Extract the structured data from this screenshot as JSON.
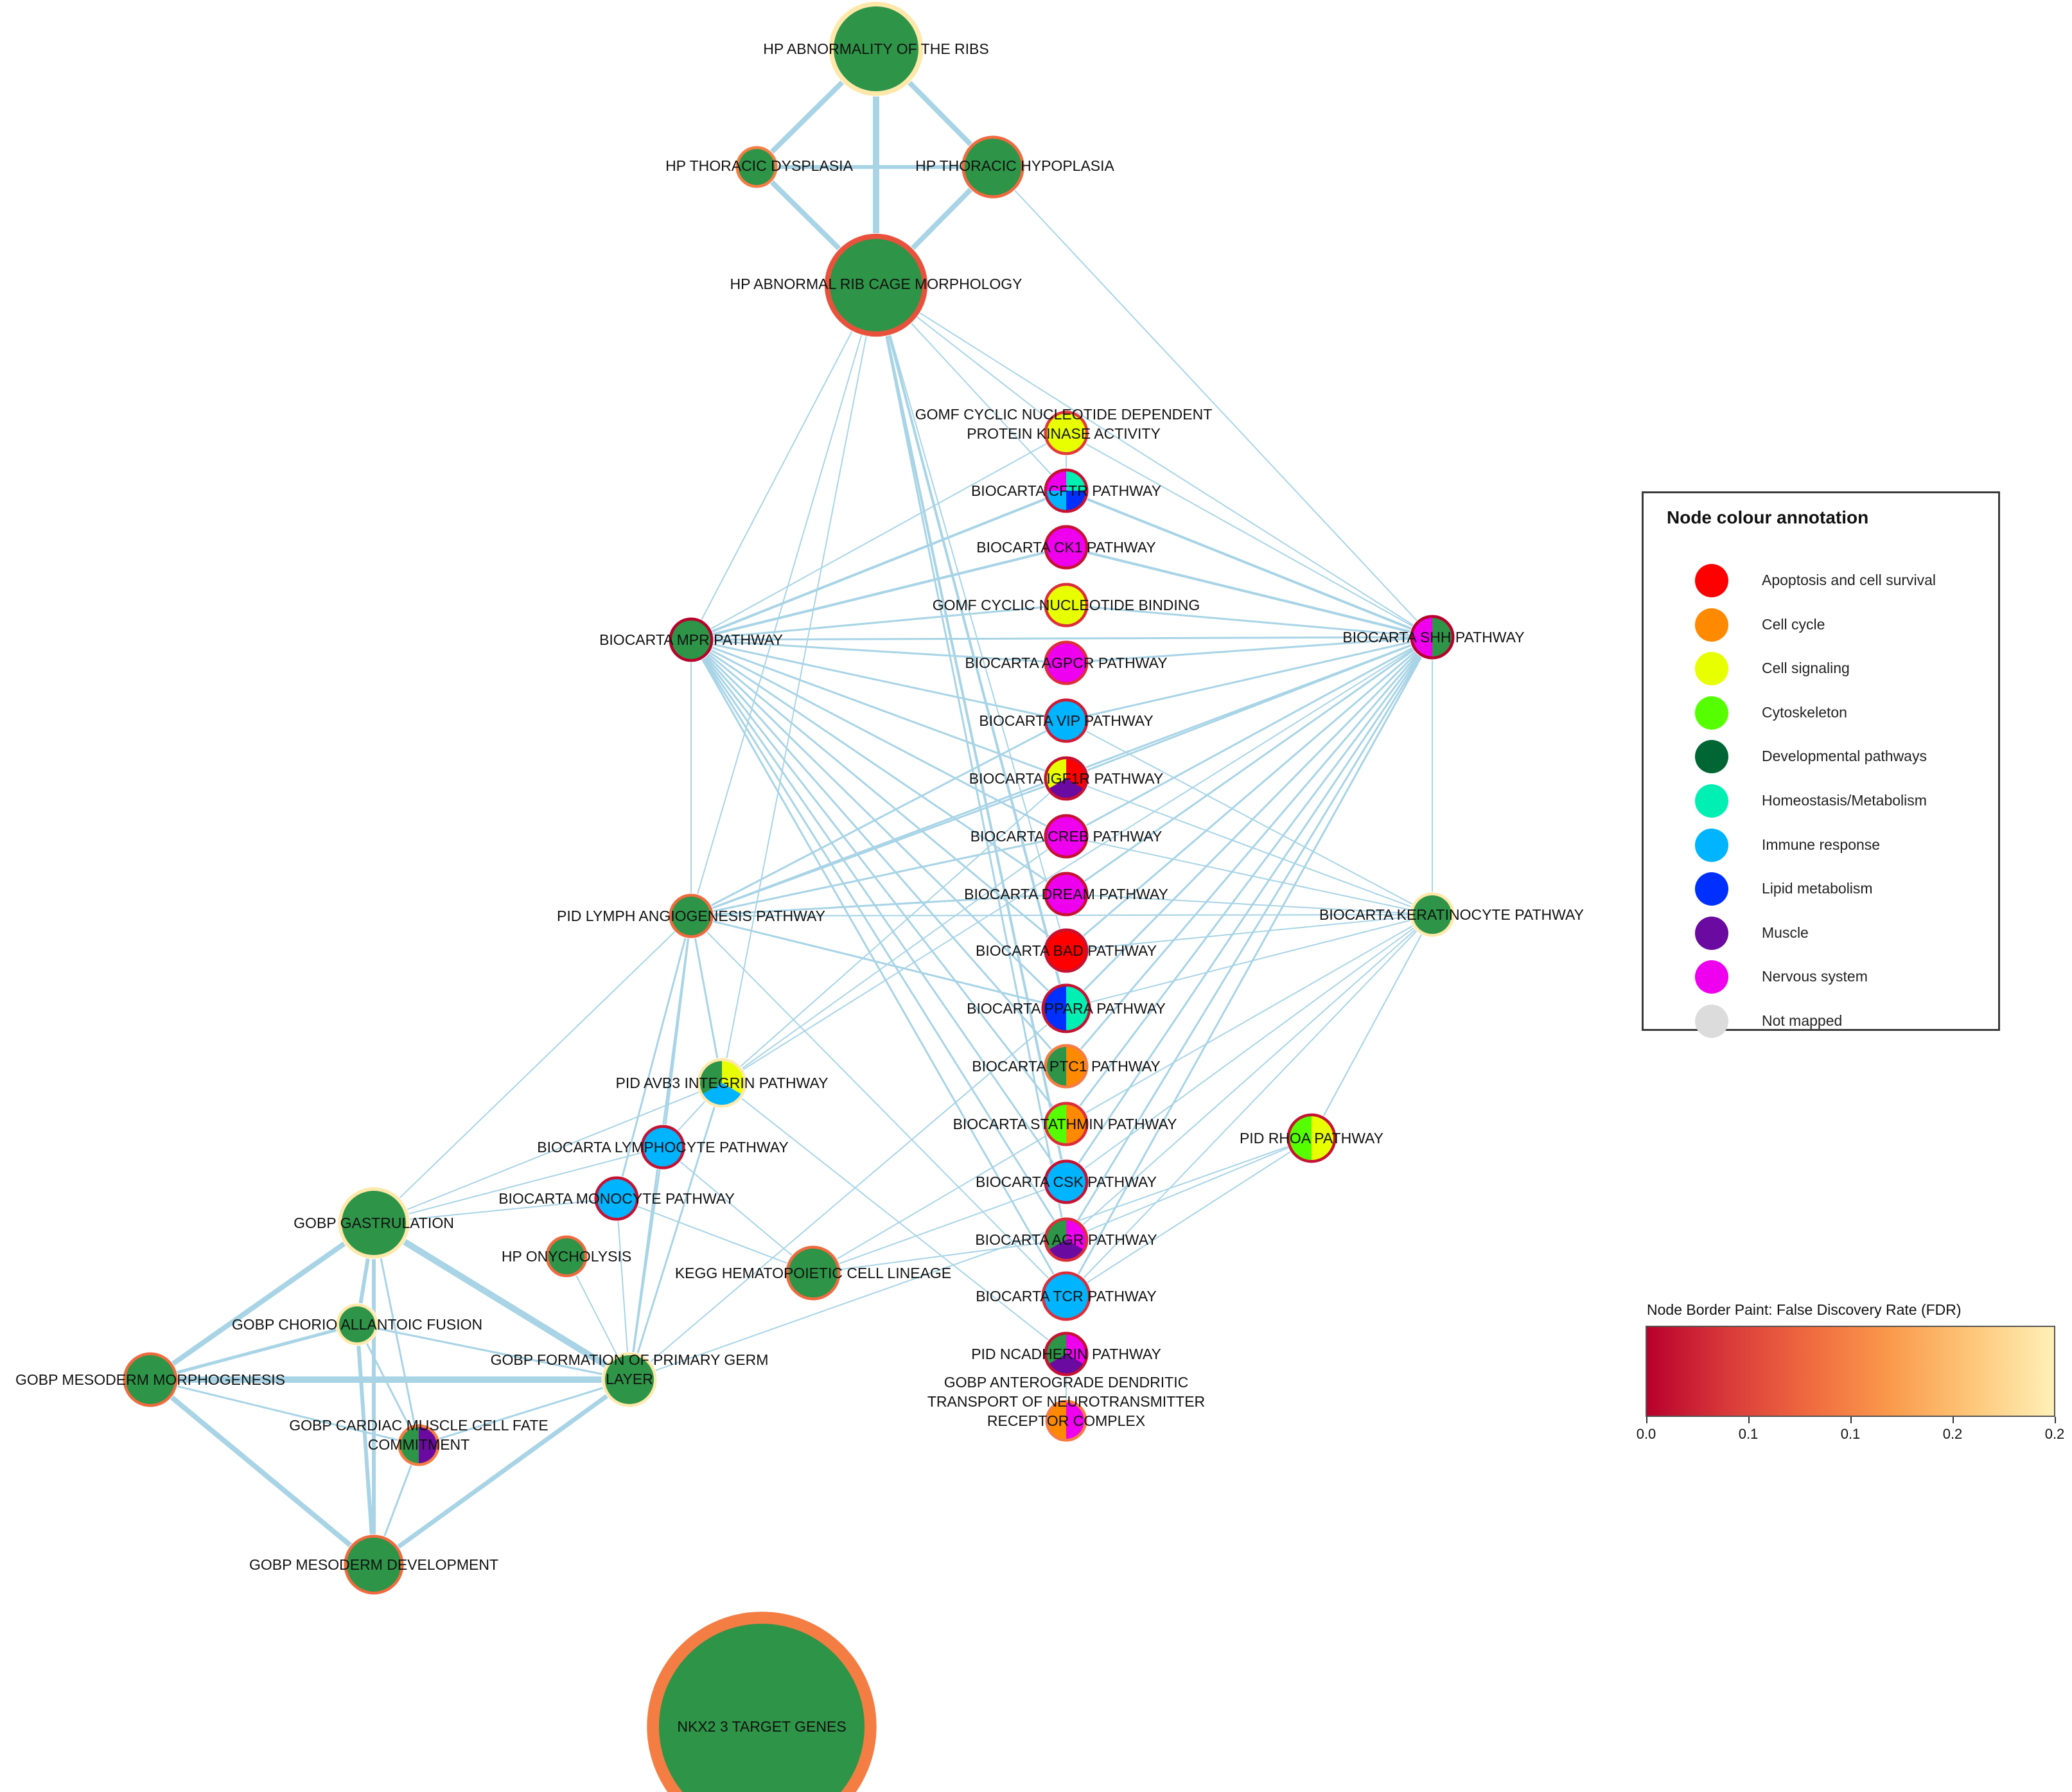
{
  "palette": {
    "Apoptosis and cell survival": "#ff0000",
    "Cell cycle": "#ff8a00",
    "Cell signaling": "#e8ff00",
    "Cytoskeleton": "#55ff00",
    "Developmental pathways": "#006633",
    "Homeostasis/Metabolism": "#00f0b4",
    "Immune response": "#00b4ff",
    "Lipid metabolism": "#0030ff",
    "Muscle": "#6a0aa0",
    "Nervous system": "#ee00ee",
    "Not mapped": "#dcdcdc",
    "node_green": "#2e9447",
    "edge": "#a8d4e6"
  },
  "legend": {
    "title": "Node colour annotation",
    "items": [
      {
        "label": "Apoptosis and cell survival",
        "color": "#ff0000"
      },
      {
        "label": "Cell cycle",
        "color": "#ff8a00"
      },
      {
        "label": "Cell signaling",
        "color": "#e8ff00"
      },
      {
        "label": "Cytoskeleton",
        "color": "#55ff00"
      },
      {
        "label": "Developmental pathways",
        "color": "#006633"
      },
      {
        "label": "Homeostasis/Metabolism",
        "color": "#00f0b4"
      },
      {
        "label": "Immune response",
        "color": "#00b4ff"
      },
      {
        "label": "Lipid metabolism",
        "color": "#0030ff"
      },
      {
        "label": "Muscle",
        "color": "#6a0aa0"
      },
      {
        "label": "Nervous system",
        "color": "#ee00ee"
      },
      {
        "label": "Not mapped",
        "color": "#dcdcdc"
      }
    ]
  },
  "fdr_scale": {
    "title": "Node Border Paint: False Discovery Rate (FDR)",
    "ticks": [
      "0.0",
      "0.1",
      "0.1",
      "0.2",
      "0.2"
    ],
    "colors": [
      "#b8002c",
      "#f06a3f",
      "#fa9a4c",
      "#fdc77a",
      "#fff0b8"
    ]
  },
  "nodes": [
    {
      "id": "ribs",
      "label": [
        "HP ABNORMALITY OF THE RIBS"
      ],
      "fdr": 0.2,
      "slices": [
        [
          "node_green",
          1
        ]
      ]
    },
    {
      "id": "dysp",
      "label": [
        "HP THORACIC DYSPLASIA"
      ],
      "fdr": 0.12,
      "slices": [
        [
          "node_green",
          1
        ]
      ]
    },
    {
      "id": "hypo",
      "label": [
        "HP THORACIC HYPOPLASIA"
      ],
      "fdr": 0.1,
      "slices": [
        [
          "node_green",
          1
        ]
      ]
    },
    {
      "id": "cage",
      "label": [
        "HP ABNORMAL RIB CAGE MORPHOLOGY"
      ],
      "fdr": 0.08,
      "slices": [
        [
          "node_green",
          1
        ]
      ]
    },
    {
      "id": "gomfdep",
      "label": [
        "GOMF CYCLIC NUCLEOTIDE DEPENDENT",
        "PROTEIN KINASE ACTIVITY"
      ],
      "fdr": 0.06,
      "slices": [
        [
          "Cell signaling",
          1
        ]
      ]
    },
    {
      "id": "cftr",
      "label": [
        "BIOCARTA CFTR PATHWAY"
      ],
      "fdr": 0.02,
      "slices": [
        [
          "Homeostasis/Metabolism",
          1
        ],
        [
          "Lipid metabolism",
          1
        ],
        [
          "Immune response",
          1
        ],
        [
          "Nervous system",
          1
        ]
      ]
    },
    {
      "id": "ck1",
      "label": [
        "BIOCARTA CK1 PATHWAY"
      ],
      "fdr": 0.02,
      "slices": [
        [
          "Nervous system",
          1
        ]
      ]
    },
    {
      "id": "gomfbind",
      "label": [
        "GOMF CYCLIC NUCLEOTIDE BINDING"
      ],
      "fdr": 0.05,
      "slices": [
        [
          "Cell signaling",
          1
        ]
      ]
    },
    {
      "id": "mpr",
      "label": [
        "BIOCARTA MPR PATHWAY"
      ],
      "fdr": 0.0,
      "slices": [
        [
          "node_green",
          1
        ]
      ]
    },
    {
      "id": "shh",
      "label": [
        "BIOCARTA SHH PATHWAY"
      ],
      "fdr": 0.0,
      "slices": [
        [
          "node_green",
          1
        ],
        [
          "Nervous system",
          1
        ]
      ]
    },
    {
      "id": "agpcr",
      "label": [
        "BIOCARTA AGPCR PATHWAY"
      ],
      "fdr": 0.05,
      "slices": [
        [
          "Nervous system",
          1
        ]
      ]
    },
    {
      "id": "vip",
      "label": [
        "BIOCARTA VIP PATHWAY"
      ],
      "fdr": 0.03,
      "slices": [
        [
          "Immune response",
          1
        ]
      ]
    },
    {
      "id": "igf1r",
      "label": [
        "BIOCARTA IGF1R PATHWAY"
      ],
      "fdr": 0.02,
      "slices": [
        [
          "Apoptosis and cell survival",
          1
        ],
        [
          "Muscle",
          1
        ],
        [
          "Cell signaling",
          1
        ]
      ]
    },
    {
      "id": "creb",
      "label": [
        "BIOCARTA CREB PATHWAY"
      ],
      "fdr": 0.02,
      "slices": [
        [
          "Nervous system",
          1
        ]
      ]
    },
    {
      "id": "dream",
      "label": [
        "BIOCARTA DREAM PATHWAY"
      ],
      "fdr": 0.02,
      "slices": [
        [
          "Nervous system",
          1
        ]
      ]
    },
    {
      "id": "lymph",
      "label": [
        "PID LYMPH ANGIOGENESIS PATHWAY"
      ],
      "fdr": 0.1,
      "slices": [
        [
          "node_green",
          1
        ]
      ]
    },
    {
      "id": "kerat",
      "label": [
        "BIOCARTA KERATINOCYTE PATHWAY"
      ],
      "fdr": 0.2,
      "slices": [
        [
          "node_green",
          1
        ]
      ]
    },
    {
      "id": "bad",
      "label": [
        "BIOCARTA BAD PATHWAY"
      ],
      "fdr": 0.02,
      "slices": [
        [
          "Apoptosis and cell survival",
          1
        ]
      ]
    },
    {
      "id": "ppara",
      "label": [
        "BIOCARTA PPARA PATHWAY"
      ],
      "fdr": 0.02,
      "slices": [
        [
          "Homeostasis/Metabolism",
          1
        ],
        [
          "Lipid metabolism",
          1
        ]
      ]
    },
    {
      "id": "avb3",
      "label": [
        "PID AVB3 INTEGRIN PATHWAY"
      ],
      "fdr": 0.2,
      "slices": [
        [
          "Cell signaling",
          1
        ],
        [
          "Immune response",
          1
        ],
        [
          "node_green",
          1
        ]
      ]
    },
    {
      "id": "ptc1",
      "label": [
        "BIOCARTA PTC1 PATHWAY"
      ],
      "fdr": 0.12,
      "slices": [
        [
          "Cell cycle",
          1
        ],
        [
          "node_green",
          1
        ]
      ]
    },
    {
      "id": "stath",
      "label": [
        "BIOCARTA STATHMIN PATHWAY"
      ],
      "fdr": 0.05,
      "slices": [
        [
          "Cell cycle",
          1
        ],
        [
          "Cytoskeleton",
          1
        ]
      ]
    },
    {
      "id": "rhoa",
      "label": [
        "PID RHOA PATHWAY"
      ],
      "fdr": 0.02,
      "slices": [
        [
          "Cell signaling",
          1
        ],
        [
          "Cytoskeleton",
          1
        ]
      ]
    },
    {
      "id": "lympho",
      "label": [
        "BIOCARTA LYMPHOCYTE PATHWAY"
      ],
      "fdr": 0.02,
      "slices": [
        [
          "Immune response",
          1
        ]
      ]
    },
    {
      "id": "csk",
      "label": [
        "BIOCARTA CSK PATHWAY"
      ],
      "fdr": 0.02,
      "slices": [
        [
          "Immune response",
          1
        ]
      ]
    },
    {
      "id": "mono",
      "label": [
        "BIOCARTA MONOCYTE PATHWAY"
      ],
      "fdr": 0.02,
      "slices": [
        [
          "Immune response",
          1
        ]
      ]
    },
    {
      "id": "gastr",
      "label": [
        "GOBP GASTRULATION"
      ],
      "fdr": 0.2,
      "slices": [
        [
          "node_green",
          1
        ]
      ]
    },
    {
      "id": "onycho",
      "label": [
        "HP ONYCHOLYSIS"
      ],
      "fdr": 0.1,
      "slices": [
        [
          "node_green",
          1
        ]
      ]
    },
    {
      "id": "agr",
      "label": [
        "BIOCARTA AGR PATHWAY"
      ],
      "fdr": 0.05,
      "slices": [
        [
          "Nervous system",
          1
        ],
        [
          "Muscle",
          1
        ],
        [
          "node_green",
          1
        ]
      ]
    },
    {
      "id": "kegg",
      "label": [
        "KEGG HEMATOPOIETIC CELL LINEAGE"
      ],
      "fdr": 0.1,
      "slices": [
        [
          "node_green",
          1
        ]
      ]
    },
    {
      "id": "tcr",
      "label": [
        "BIOCARTA TCR PATHWAY"
      ],
      "fdr": 0.05,
      "slices": [
        [
          "Immune response",
          1
        ]
      ]
    },
    {
      "id": "chorio",
      "label": [
        "GOBP CHORIO ALLANTOIC FUSION"
      ],
      "fdr": 0.2,
      "slices": [
        [
          "node_green",
          1
        ]
      ]
    },
    {
      "id": "ncadh",
      "label": [
        "PID NCADHERIN PATHWAY"
      ],
      "fdr": 0.02,
      "slices": [
        [
          "Nervous system",
          1
        ],
        [
          "Muscle",
          1
        ],
        [
          "node_green",
          1
        ]
      ]
    },
    {
      "id": "mesmorph",
      "label": [
        "GOBP MESODERM MORPHOGENESIS"
      ],
      "fdr": 0.1,
      "slices": [
        [
          "node_green",
          1
        ]
      ]
    },
    {
      "id": "germ",
      "label": [
        "GOBP FORMATION OF PRIMARY GERM",
        "LAYER"
      ],
      "fdr": 0.2,
      "slices": [
        [
          "node_green",
          1
        ]
      ]
    },
    {
      "id": "antero",
      "label": [
        "GOBP ANTEROGRADE DENDRITIC",
        "TRANSPORT OF NEUROTRANSMITTER",
        "RECEPTOR COMPLEX"
      ],
      "fdr": 0.12,
      "slices": [
        [
          "Nervous system",
          1
        ],
        [
          "Cell cycle",
          1
        ]
      ]
    },
    {
      "id": "cardiac",
      "label": [
        "GOBP CARDIAC MUSCLE CELL FATE",
        "COMMITMENT"
      ],
      "fdr": 0.12,
      "slices": [
        [
          "Muscle",
          1
        ],
        [
          "node_green",
          1
        ]
      ]
    },
    {
      "id": "mesdev",
      "label": [
        "GOBP MESODERM DEVELOPMENT"
      ],
      "fdr": 0.1,
      "slices": [
        [
          "node_green",
          1
        ]
      ]
    },
    {
      "id": "nkx",
      "label": [
        "NKX2 3 TARGET GENES"
      ],
      "fdr": 0.12,
      "slices": [
        [
          "node_green",
          1
        ]
      ]
    }
  ]
}
